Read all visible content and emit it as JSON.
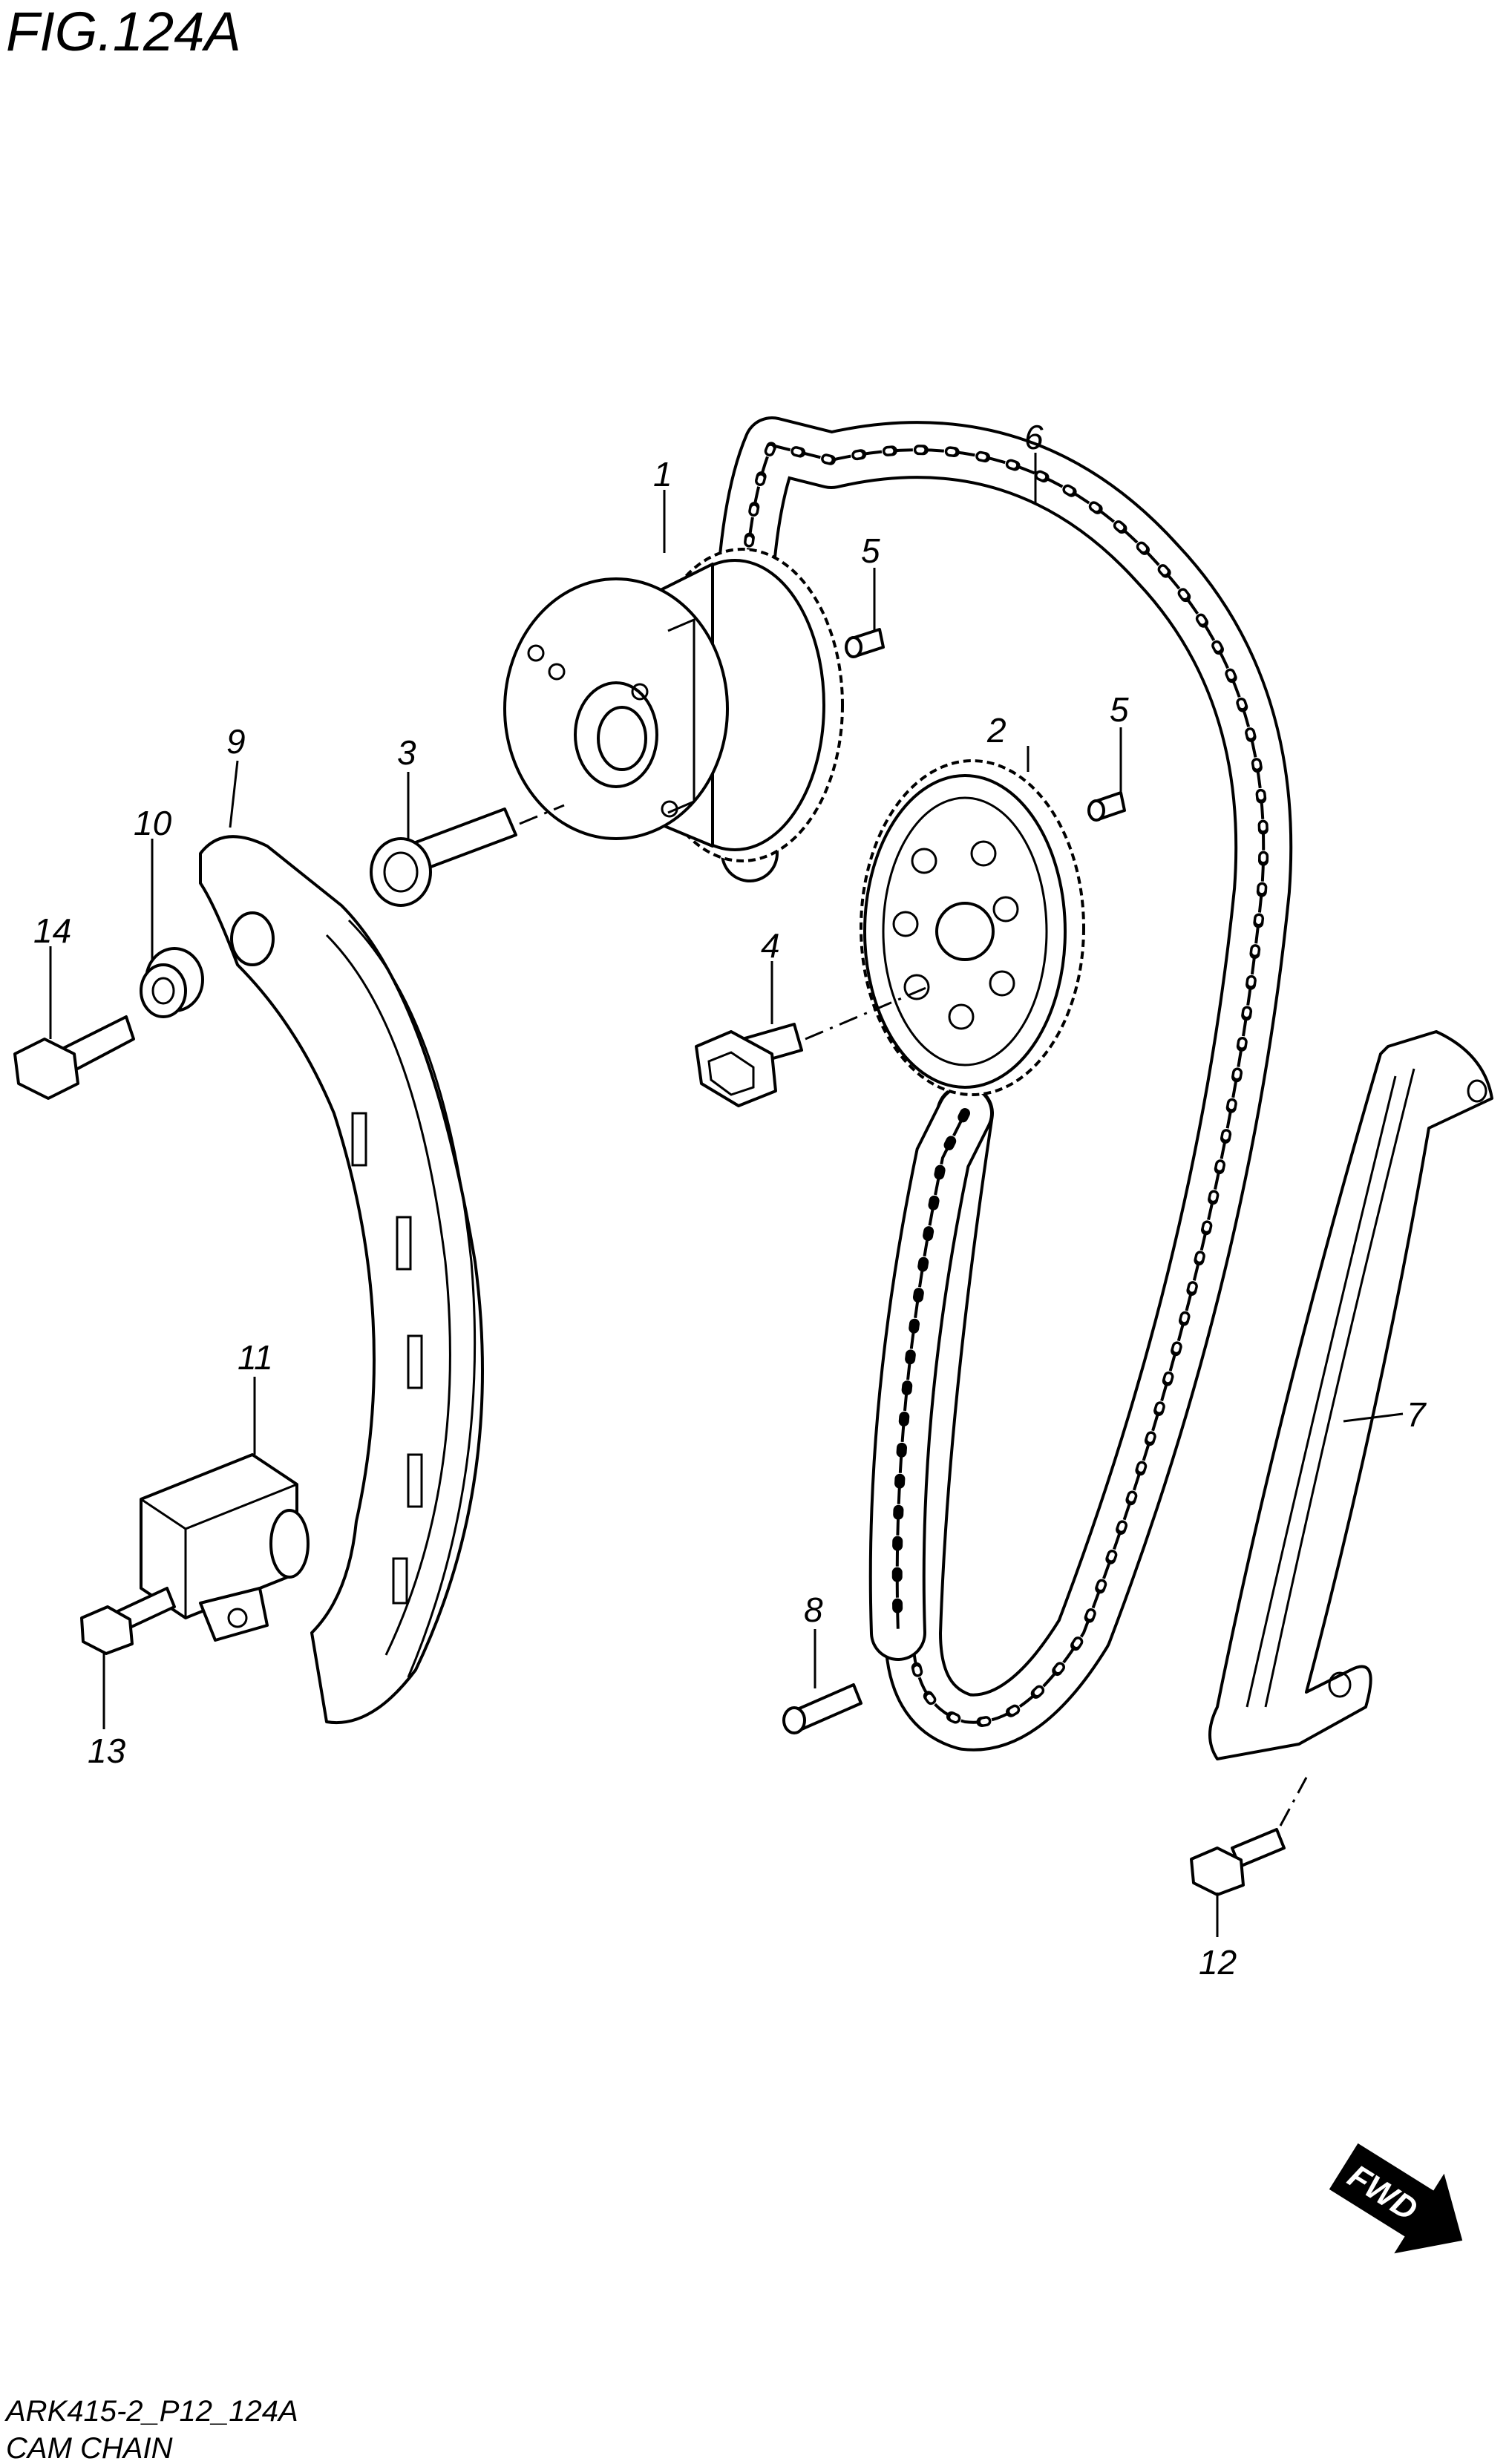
{
  "figure": {
    "title": "FIG.124A",
    "code": "ARK415-2_P12_124A",
    "name": "CAM CHAIN",
    "fwd_label": "FWD"
  },
  "callouts": {
    "c1": "1",
    "c2": "2",
    "c3": "3",
    "c4": "4",
    "c5a": "5",
    "c5b": "5",
    "c6": "6",
    "c7": "7",
    "c8": "8",
    "c9": "9",
    "c10": "10",
    "c11": "11",
    "c12": "12",
    "c13": "13",
    "c14": "14"
  }
}
